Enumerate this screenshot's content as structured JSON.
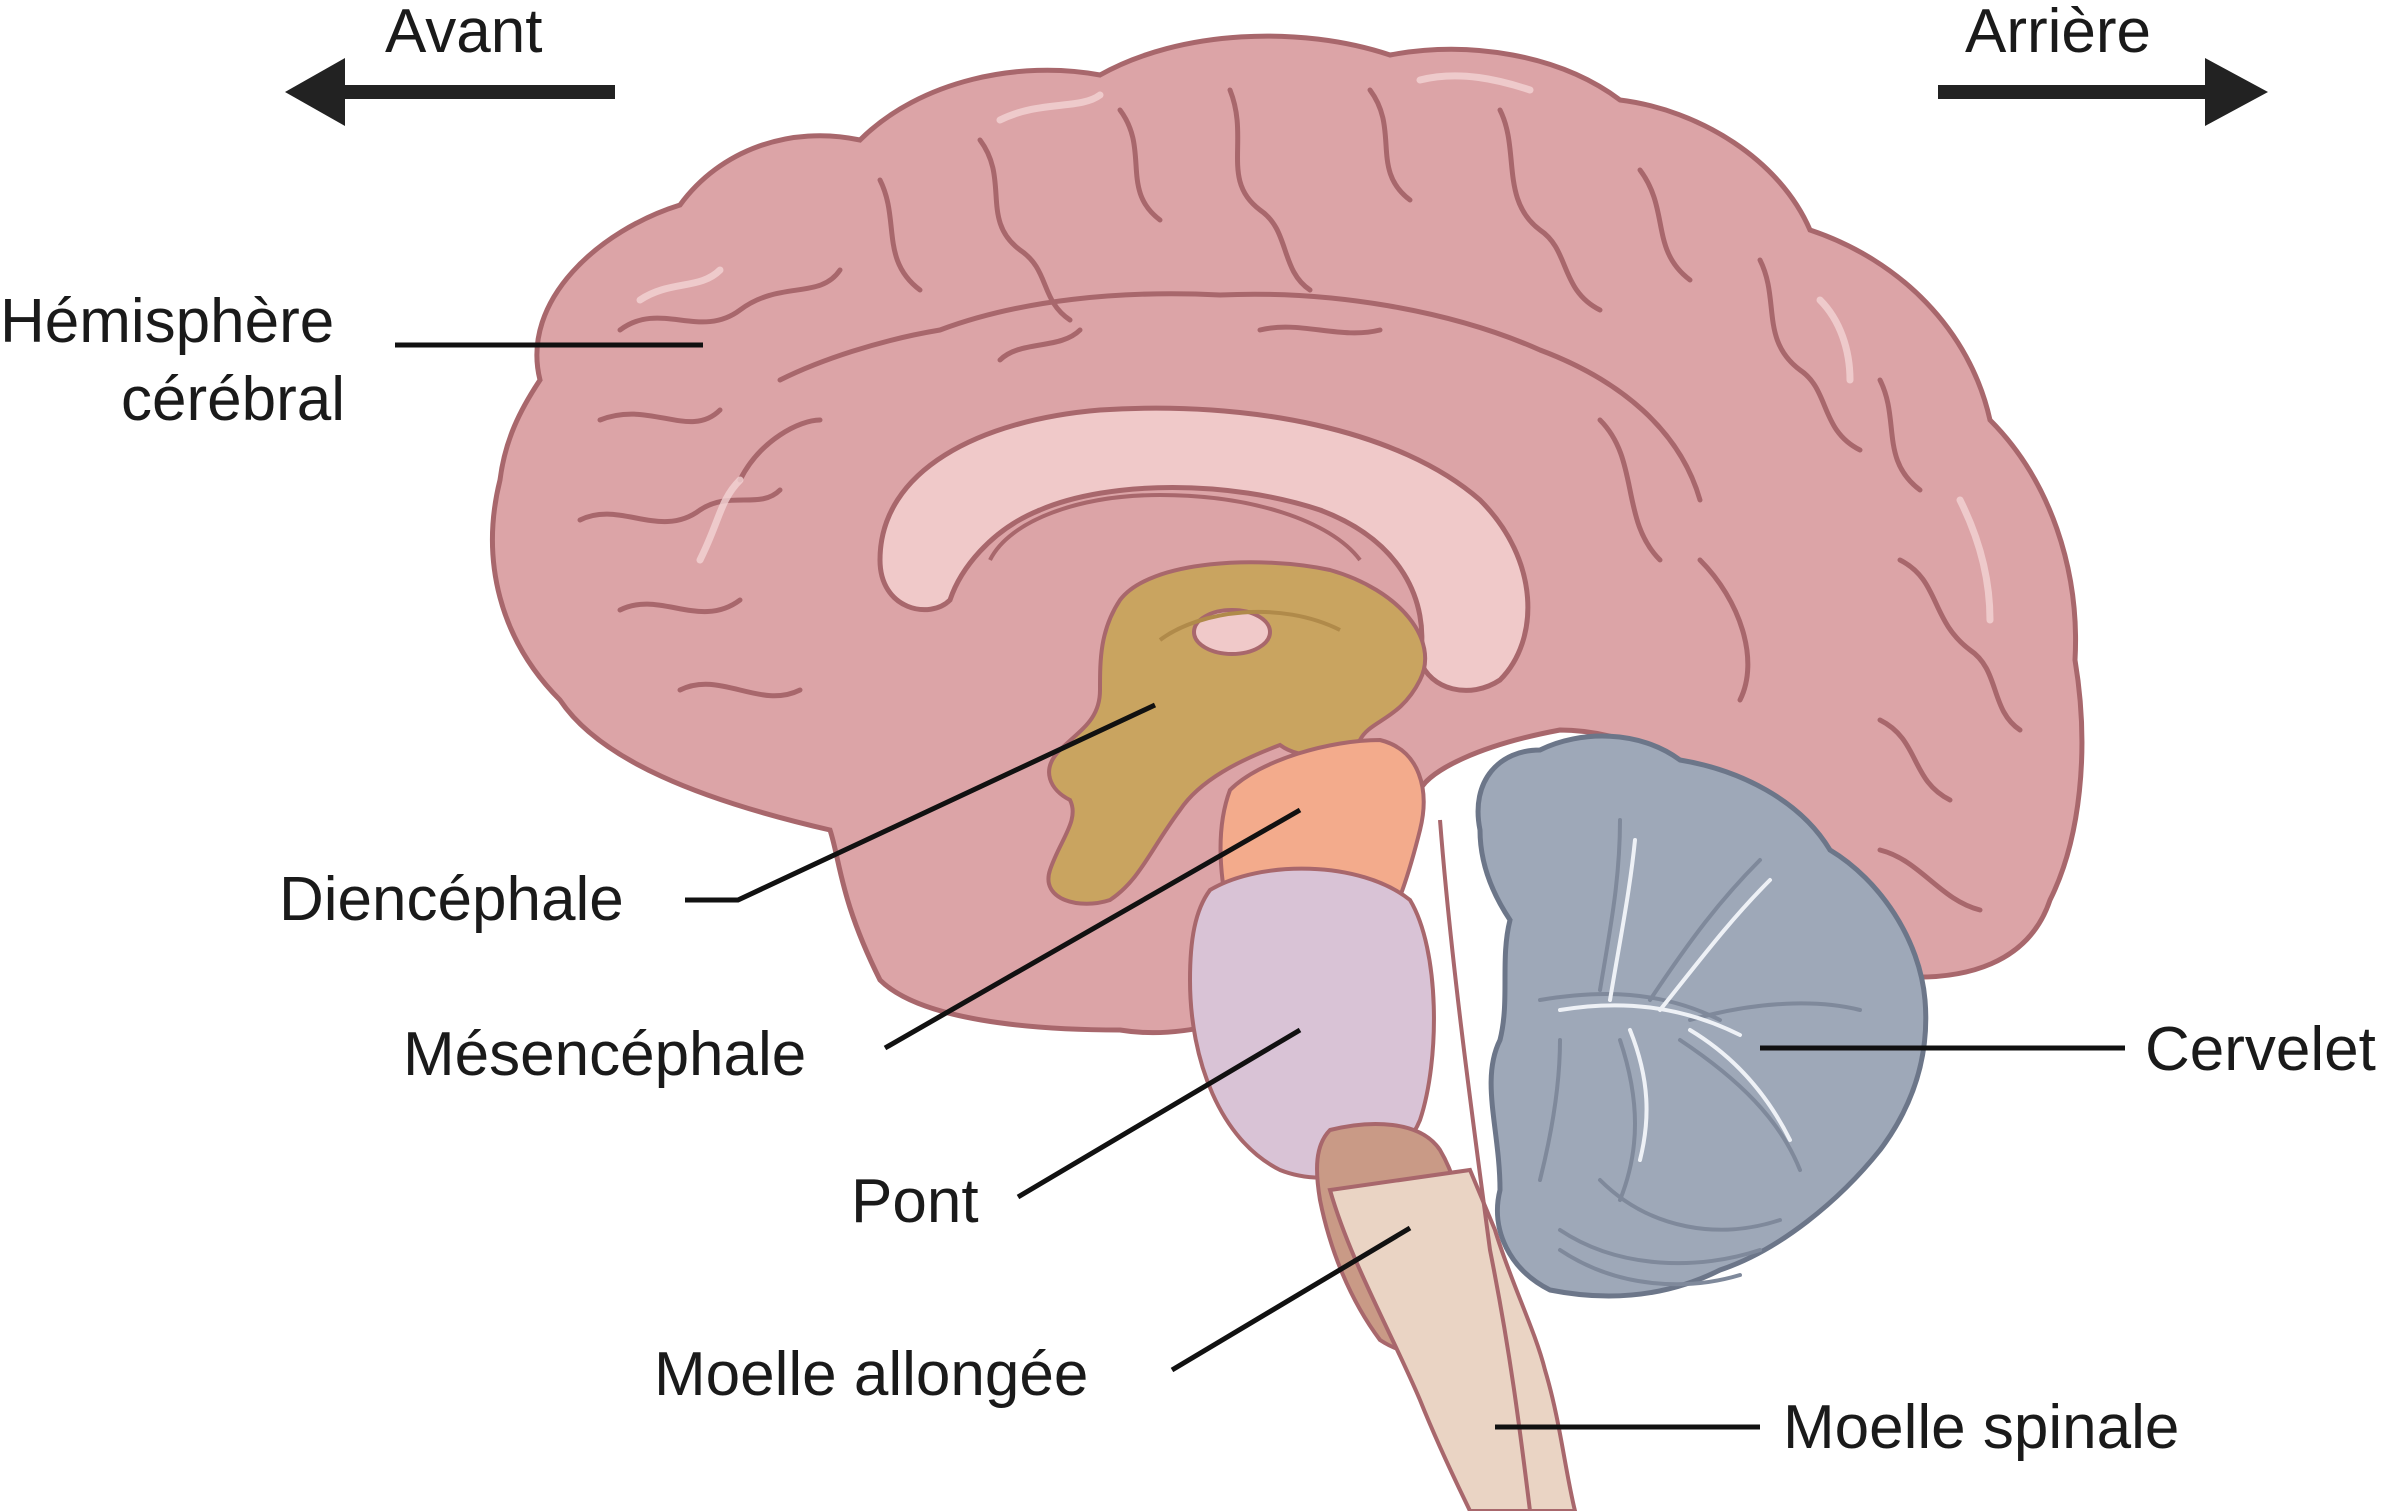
{
  "orientation": {
    "front_label": "Avant",
    "back_label": "Arrière"
  },
  "labels": {
    "cerebral_hemisphere_line1": "Hémisphère",
    "cerebral_hemisphere_line2": "cérébral",
    "diencephalon": "Diencéphale",
    "midbrain": "Mésencéphale",
    "pons": "Pont",
    "medulla": "Moelle allongée",
    "cerebellum": "Cervelet",
    "spinal_cord": "Moelle spinale"
  },
  "colors": {
    "cortex": "#dca4a7",
    "cortex_outline": "#a8676c",
    "corpus_callosum": "#f0c9c9",
    "diencephalon": "#c9a460",
    "midbrain": "#f3ab8c",
    "pons": "#d9c3d6",
    "medulla": "#c99a86",
    "cerebellum": "#9ea8b8",
    "spinal_cord": "#ead4c4"
  }
}
